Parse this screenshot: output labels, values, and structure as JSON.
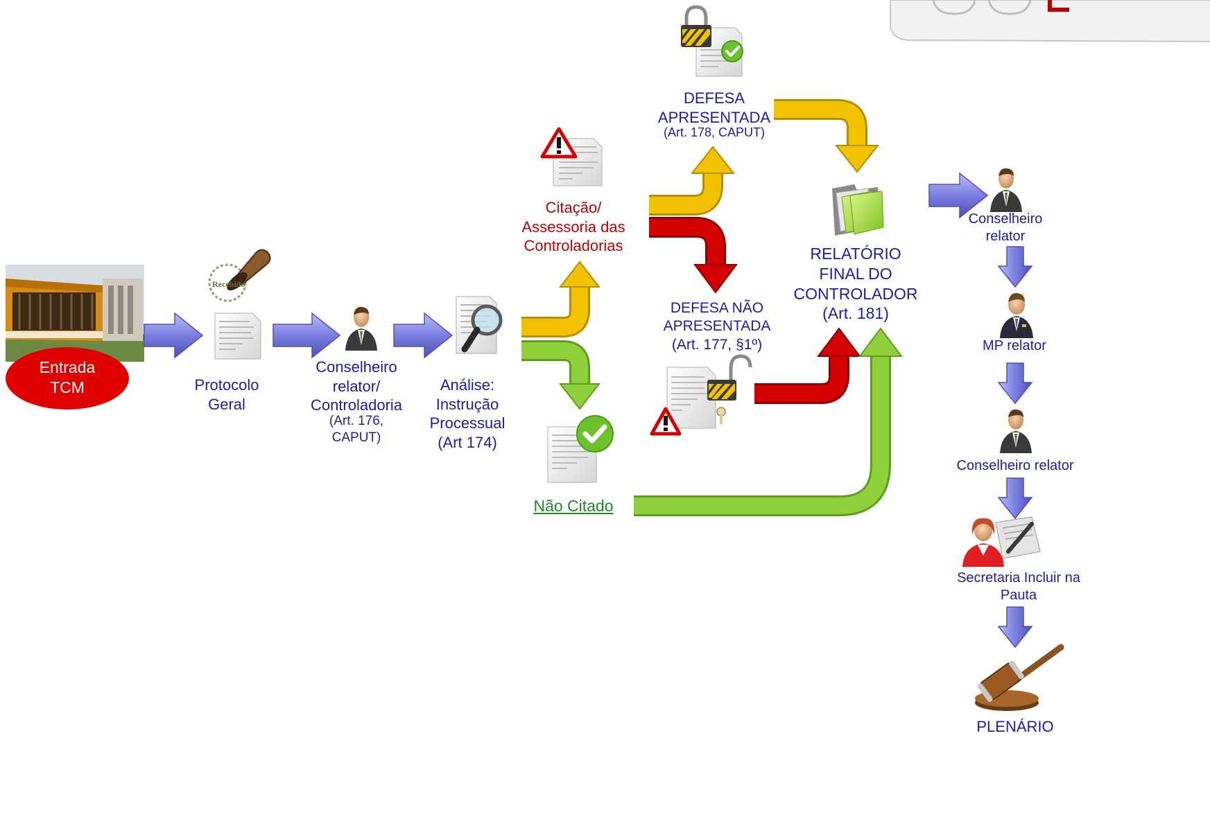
{
  "nodes": {
    "entrada": {
      "lines": [
        "Entrada",
        "TCM"
      ]
    },
    "protocolo": {
      "lines": [
        "Protocolo",
        "Geral"
      ]
    },
    "conselheiro_controladoria": {
      "lines": [
        "Conselheiro",
        "relator/",
        "Controladoria"
      ],
      "ref": [
        "(Art. 176,",
        "CAPUT)"
      ]
    },
    "analise": {
      "lines": [
        "Análise:",
        "Instrução",
        "Processual",
        "(Art 174)"
      ]
    },
    "citacao": {
      "lines": [
        "Citação/",
        "Assessoria das",
        "Controladorias"
      ]
    },
    "nao_citado": {
      "lines": [
        "Não Citado"
      ]
    },
    "defesa_apresentada": {
      "lines": [
        "DEFESA",
        "APRESENTADA"
      ],
      "ref": [
        "(Art. 178, CAPUT)"
      ]
    },
    "defesa_nao_apresentada": {
      "lines": [
        "DEFESA NÃO",
        "APRESENTADA",
        "(Art. 177, §1º)"
      ]
    },
    "relatorio_final": {
      "lines": [
        "RELATÓRIO",
        "FINAL DO",
        "CONTROLADOR",
        "(Art. 181)"
      ]
    },
    "conselheiro_relator_1": {
      "lines": [
        "Conselheiro",
        "relator"
      ]
    },
    "mp_relator": {
      "lines": [
        "MP relator"
      ]
    },
    "conselheiro_relator_2": {
      "lines": [
        "Conselheiro relator"
      ]
    },
    "secretaria": {
      "lines": [
        "Secretaria Incluir na",
        "Pauta"
      ]
    },
    "plenario": {
      "lines": [
        "PLENÁRIO"
      ]
    }
  },
  "stamp_text": "Recebido",
  "colors": {
    "label_blue": "#1c1ca8",
    "label_red": "#c00000",
    "label_green": "#1e8b1e",
    "arrow_blue": "#7b7fe0",
    "arrow_yellow": "#f2c200",
    "arrow_red": "#d40000",
    "arrow_green": "#8fd13a",
    "entrada_oval": "#e00000"
  }
}
